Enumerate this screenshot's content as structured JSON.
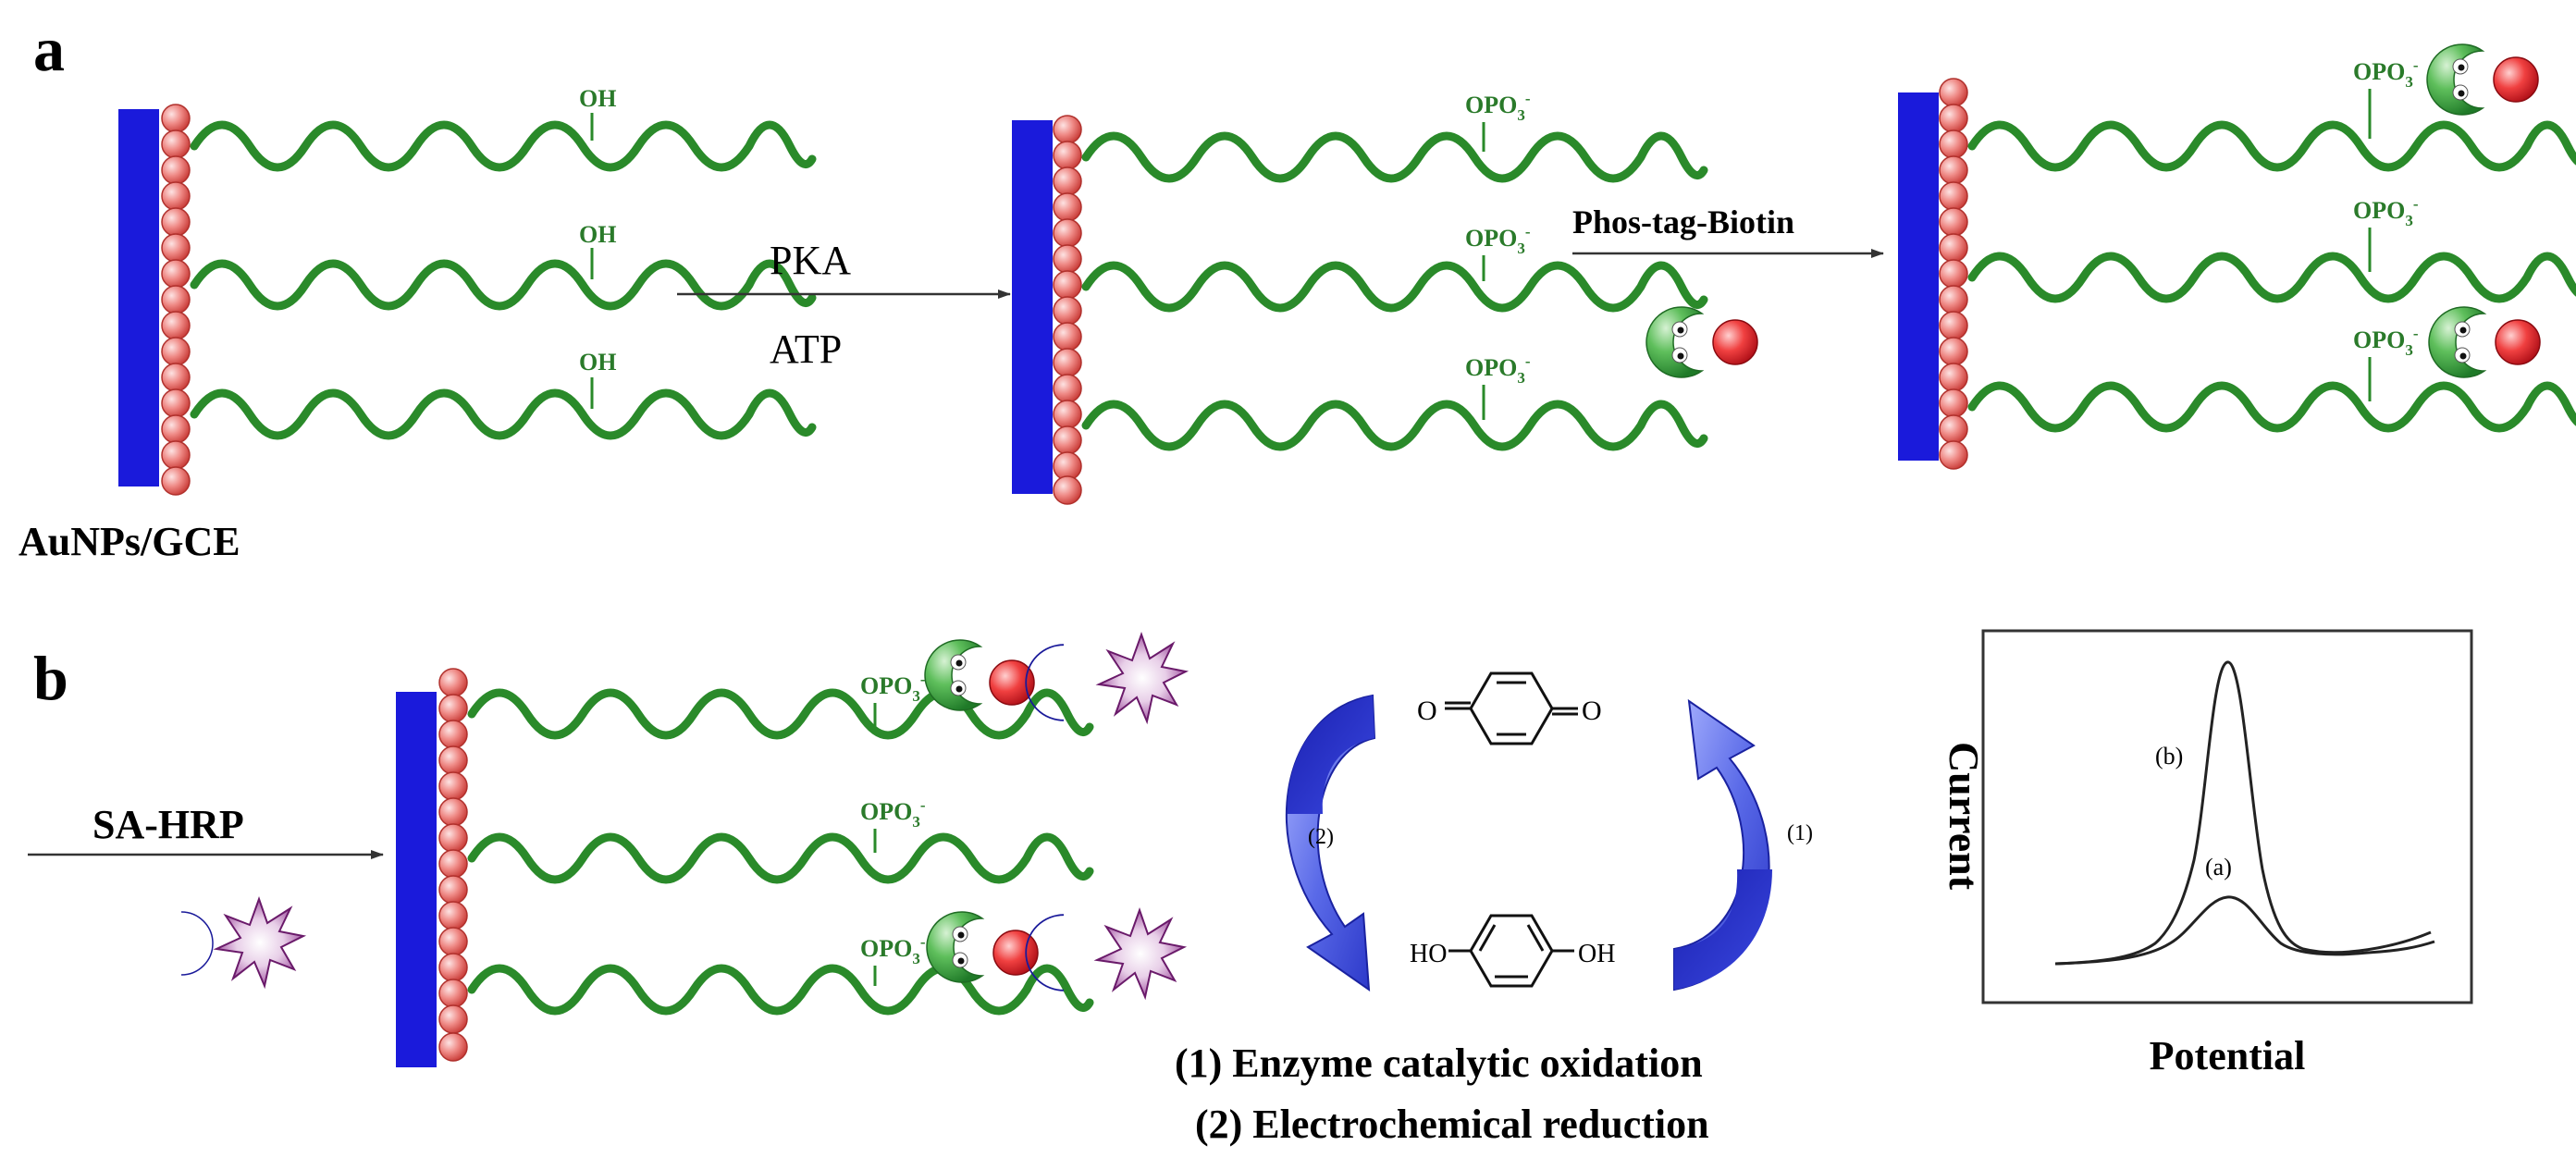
{
  "panel_a": {
    "letter": "a",
    "electrode_label": "AuNPs/GCE",
    "arrow1_top": "PKA",
    "arrow1_bottom": "ATP",
    "arrow2_top": "Phos-tag-Biotin",
    "oh": "OH",
    "opo3": "OPO",
    "sub3": "3",
    "sup_minus": "-"
  },
  "panel_b": {
    "letter": "b",
    "arrow_label": "SA-HRP",
    "step1_marker": "(1)",
    "step2_marker": "(2)",
    "quinone_o": "O",
    "hydroquinone_ho": "HO",
    "hydroquinone_oh": "OH",
    "caption_line1": "(1) Enzyme catalytic oxidation",
    "caption_line2": "(2) Electrochemical reduction"
  },
  "chart_data": {
    "type": "line",
    "ylabel": "Current",
    "xlabel": "Potential",
    "series": [
      {
        "name": "(b)"
      },
      {
        "name": "(a)"
      }
    ],
    "grid": false,
    "legend": "inline"
  },
  "colors": {
    "electrode": "#1a1adb",
    "bead": "#e05a5a",
    "peptide": "#2a8a2a",
    "phostag": "#3aa24a",
    "biotin": "#e0283a",
    "streptavidin": "#2a3ad8",
    "hrp": "#8a2a8a",
    "curved_arrow": "#1f2fbf"
  },
  "icons": [
    "electrode-bar-icon",
    "gold-nanoparticle-icon",
    "peptide-chain-icon",
    "phos-tag-biotin-icon",
    "sa-hrp-icon",
    "curved-arrow-icon"
  ]
}
